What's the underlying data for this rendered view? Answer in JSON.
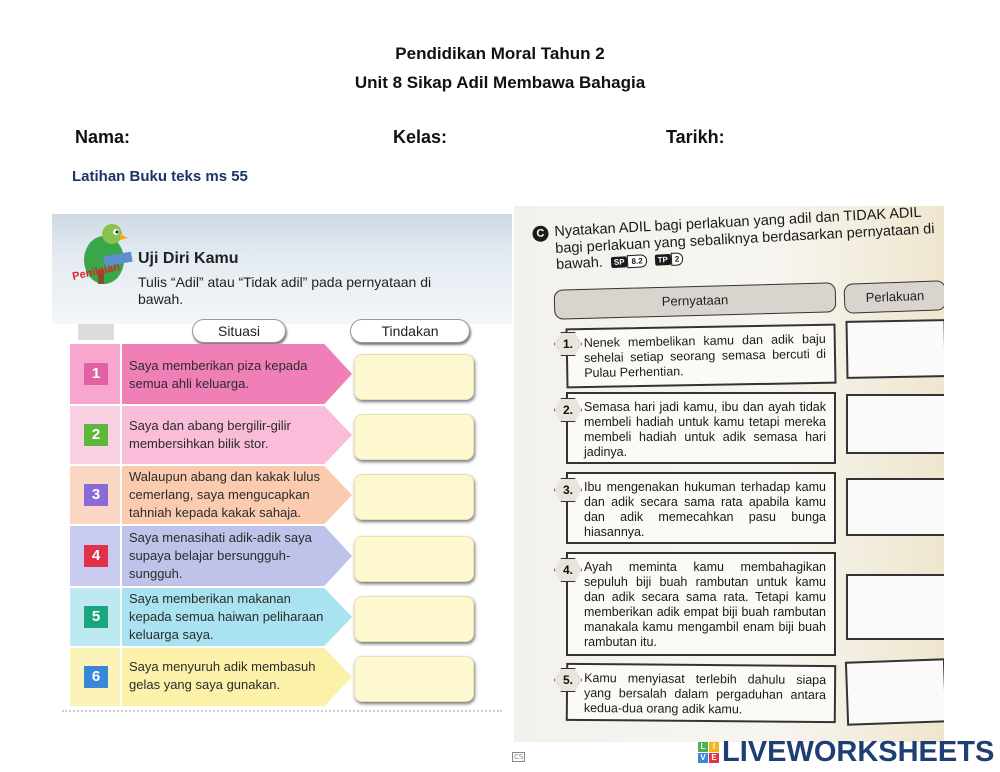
{
  "header": {
    "title_line1": "Pendidikan Moral Tahun 2",
    "title_line2": "Unit 8 Sikap Adil Membawa Bahagia",
    "fields": [
      {
        "label": "Nama:",
        "value": ""
      },
      {
        "label": "Kelas:",
        "value": ""
      },
      {
        "label": "Tarikh:",
        "value": ""
      }
    ],
    "subheading": "Latihan Buku teks ms 55"
  },
  "left_exercise": {
    "badge": "Penilaian",
    "title": "Uji Diri Kamu",
    "instruction": "Tulis “Adil” atau “Tidak adil” pada pernyataan di bawah.",
    "col_situasi": "Situasi",
    "col_tindakan": "Tindakan",
    "rows": [
      {
        "num": "1",
        "text": "Saya memberikan piza kepada semua ahli keluarga.",
        "answer": "",
        "row_color": "#f07fb8",
        "num_color": "#e062a4",
        "col_color": "#f6a6cf"
      },
      {
        "num": "2",
        "text": "Saya dan abang bergilir-gilir membersihkan bilik stor.",
        "answer": "",
        "row_color": "#f9bcd9",
        "num_color": "#5cb83a",
        "col_color": "#fad0e3"
      },
      {
        "num": "3",
        "text": "Walaupun abang dan kakak lulus cemerlang, saya mengucapkan tahniah kepada kakak sahaja.",
        "answer": "",
        "row_color": "#fbcbb0",
        "num_color": "#8a6ad6",
        "col_color": "#fbd6c2"
      },
      {
        "num": "4",
        "text": "Saya menasihati adik-adik saya supaya belajar bersungguh-sungguh.",
        "answer": "",
        "row_color": "#bfc3ea",
        "num_color": "#e0324a",
        "col_color": "#c8cbee"
      },
      {
        "num": "5",
        "text": "Saya memberikan makanan kepada semua haiwan peliharaan keluarga saya.",
        "answer": "",
        "row_color": "#a9e3ef",
        "num_color": "#1aa77f",
        "col_color": "#bde9f2"
      },
      {
        "num": "6",
        "text": "Saya menyuruh adik membasuh gelas yang saya gunakan.",
        "answer": "",
        "row_color": "#fcf1a8",
        "num_color": "#3a87d8",
        "col_color": "#fbf3b7"
      }
    ]
  },
  "right_exercise": {
    "section_letter": "C",
    "instruction": "Nyatakan ADIL bagi perlakuan yang adil dan TIDAK ADIL bagi perlakuan yang sebaliknya berdasarkan pernyataan di bawah.",
    "tag_sp": "SP",
    "tag_sp_value": "8.2",
    "tag_tp": "TP",
    "tag_tp_value": "2",
    "col_pernyataan": "Pernyataan",
    "col_perlakuan": "Perlakuan",
    "items": [
      {
        "num": "1.",
        "text": "Nenek membelikan kamu dan adik baju sehelai setiap seorang semasa bercuti di Pulau Perhentian.",
        "answer": ""
      },
      {
        "num": "2.",
        "text": "Semasa hari jadi kamu, ibu dan ayah tidak membeli hadiah untuk kamu tetapi mereka membeli hadiah untuk adik semasa hari jadinya.",
        "answer": ""
      },
      {
        "num": "3.",
        "text": "Ibu mengenakan hukuman terhadap kamu dan adik secara sama rata apabila kamu dan adik memecahkan pasu bunga hiasannya.",
        "answer": ""
      },
      {
        "num": "4.",
        "text": "Ayah meminta kamu membahagikan sepuluh biji buah rambutan untuk kamu dan adik secara sama rata. Tetapi kamu memberikan adik empat biji buah rambutan manakala kamu mengambil enam biji buah rambutan itu.",
        "answer": ""
      },
      {
        "num": "5.",
        "text": "Kamu menyiasat terlebih dahulu siapa yang bersalah dalam pergaduhan antara kedua-dua orang adik kamu.",
        "answer": ""
      }
    ]
  },
  "footer": {
    "scanner_mark": "CS",
    "logo_letters": [
      "L",
      "I",
      "V",
      "E"
    ],
    "logo_colors": [
      "#4caf50",
      "#f2b51d",
      "#3a87d8",
      "#e0324a"
    ],
    "logo_text": "LIVEWORKSHEETS"
  }
}
